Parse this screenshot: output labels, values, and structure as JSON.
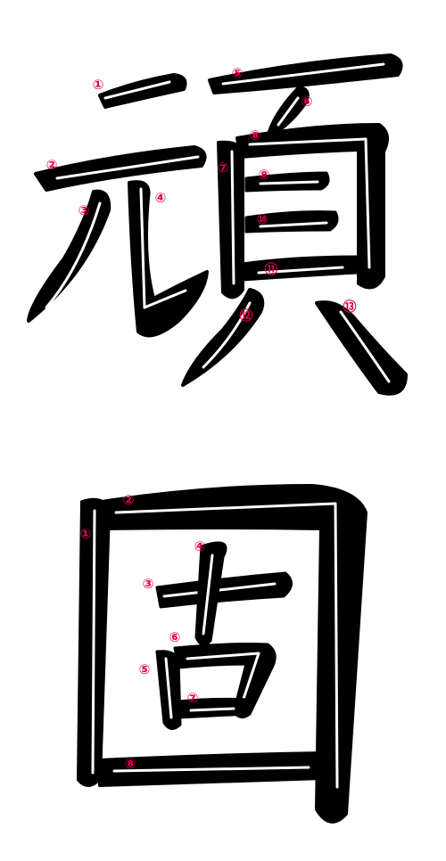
{
  "characters": [
    {
      "glyph": "頑",
      "stroke_count": 13,
      "labels": [
        "①",
        "②",
        "③",
        "④",
        "⑤",
        "⑥",
        "⑦",
        "⑧",
        "⑨",
        "⑩",
        "⑪",
        "⑫",
        "⑬"
      ]
    },
    {
      "glyph": "固",
      "stroke_count": 8,
      "labels": [
        "①",
        "②",
        "③",
        "④",
        "⑤",
        "⑥",
        "⑦",
        "⑧"
      ]
    }
  ],
  "colors": {
    "ink": "#000000",
    "guide_arrow": "#ffffff",
    "stroke_number": "#e8004a",
    "background": "#ffffff"
  }
}
